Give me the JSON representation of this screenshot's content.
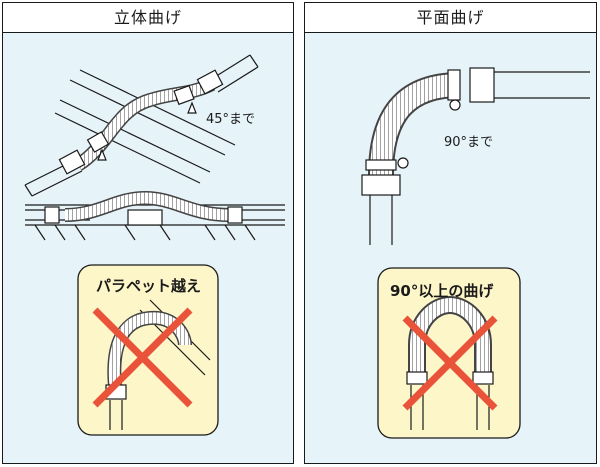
{
  "left_panel": {
    "title": "立体曲げ",
    "angle_label": "45°まで",
    "ng_caption": "パラペット越え"
  },
  "right_panel": {
    "title": "平面曲げ",
    "angle_label": "90°まで",
    "ng_caption": "90°以上の曲げ"
  },
  "colors": {
    "panel_bg": "#e6f4fa",
    "warning_box_bg": "#fdf6c8",
    "cross_color": "#e8533a",
    "line_color": "#1a1a1a"
  }
}
